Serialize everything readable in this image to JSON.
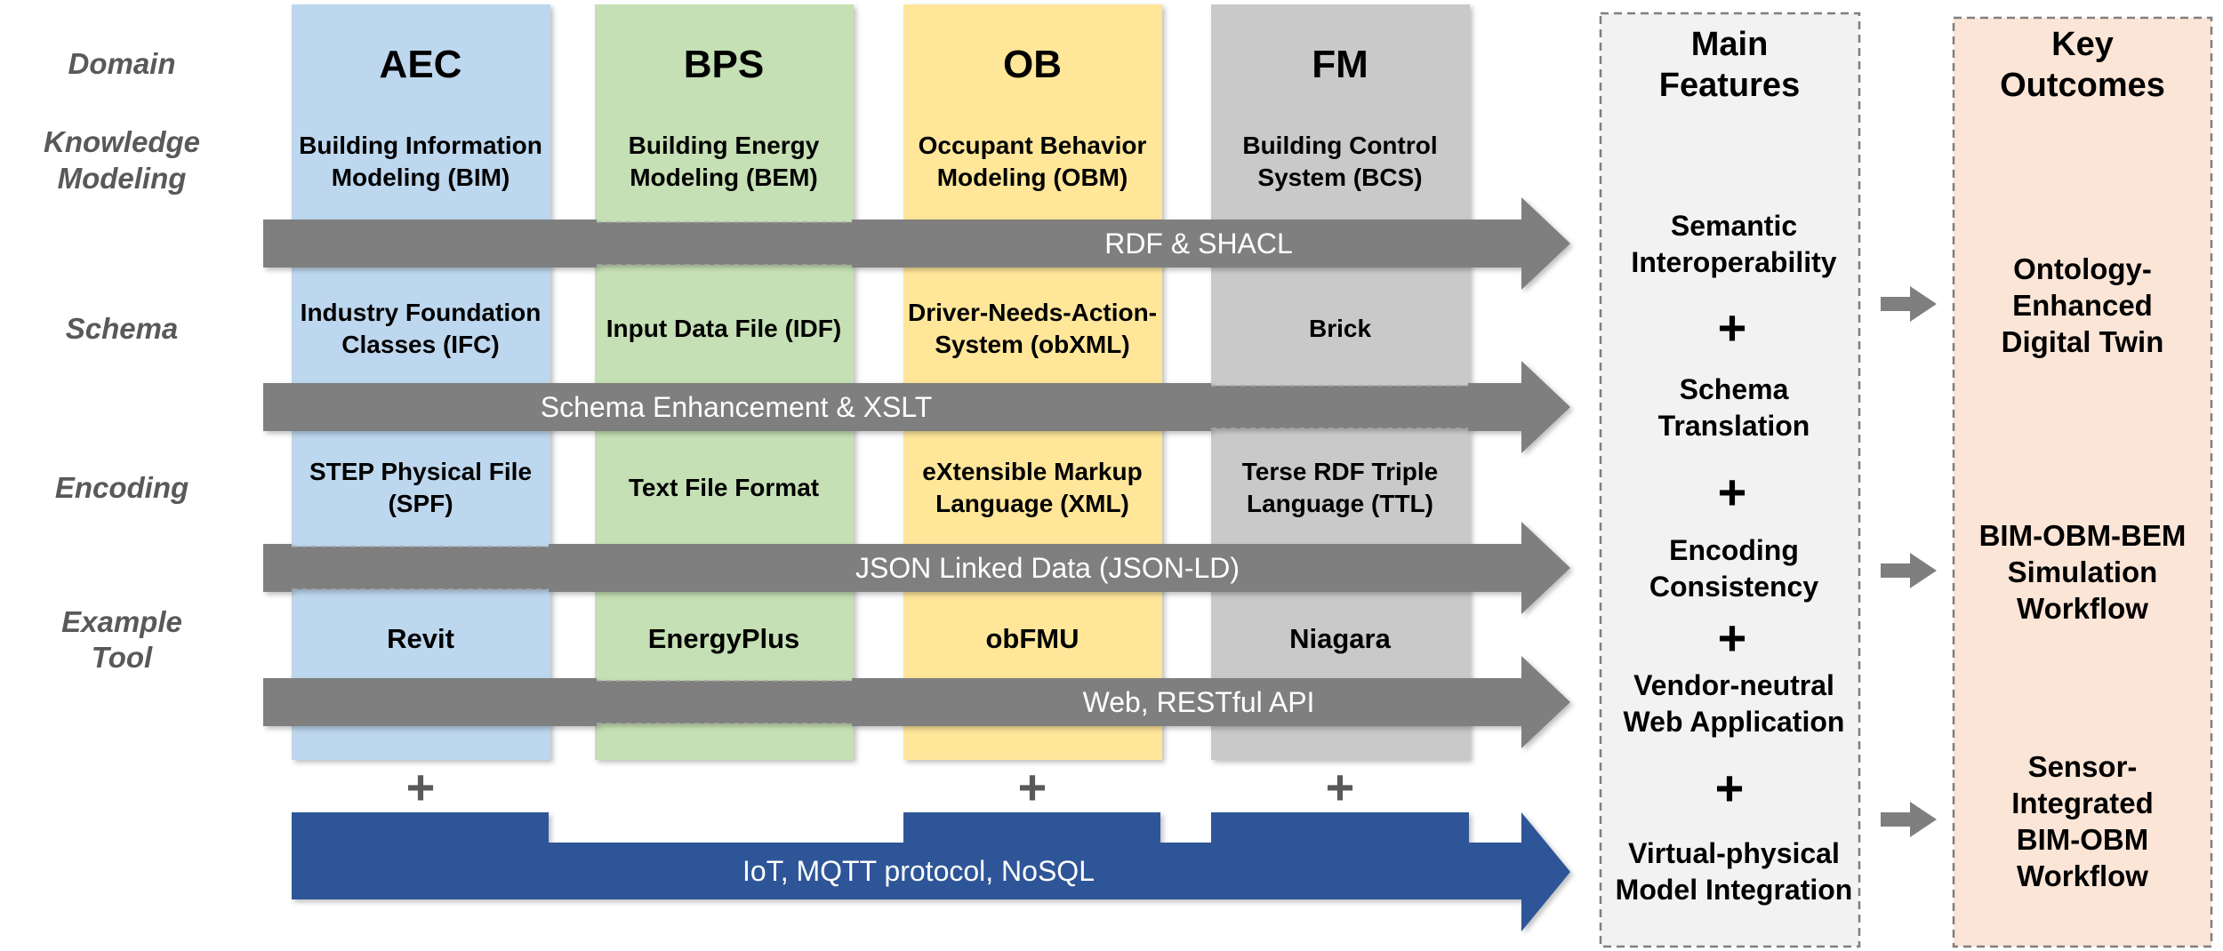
{
  "row_labels": {
    "domain": "Domain",
    "knowledge_modeling": [
      "Knowledge",
      "Modeling"
    ],
    "schema": "Schema",
    "encoding": "Encoding",
    "example_tool": [
      "Example",
      "Tool"
    ]
  },
  "columns": [
    {
      "domain": "AEC",
      "color": "#bdd7ee",
      "knowledge_model": [
        "Building Information",
        "Modeling (BIM)"
      ],
      "schema": [
        "Industry Foundation",
        "Classes (IFC)"
      ],
      "encoding": [
        "STEP Physical File",
        "(SPF)"
      ],
      "tool": "Revit"
    },
    {
      "domain": "BPS",
      "color": "#c5e0b4",
      "knowledge_model": [
        "Building Energy",
        "Modeling (BEM)"
      ],
      "schema": [
        "Input Data File (IDF)"
      ],
      "encoding": [
        "Text File Format"
      ],
      "tool": "EnergyPlus"
    },
    {
      "domain": "OB",
      "color": "#ffe699",
      "knowledge_model": [
        "Occupant Behavior",
        "Modeling (OBM)"
      ],
      "schema": [
        "Driver-Needs-Action-",
        "System (obXML)"
      ],
      "encoding": [
        "eXtensible Markup",
        "Language (XML)"
      ],
      "tool": "obFMU"
    },
    {
      "domain": "FM",
      "color": "#c9c9c9",
      "knowledge_model": [
        "Building Control",
        "System (BCS)"
      ],
      "schema": [
        "Brick"
      ],
      "encoding": [
        "Terse RDF Triple",
        "Language (TTL)"
      ],
      "tool": "Niagara"
    }
  ],
  "arrows": [
    {
      "label": "RDF & SHACL",
      "color": "#7f7f7f"
    },
    {
      "label": "Schema Enhancement & XSLT",
      "color": "#7f7f7f"
    },
    {
      "label": "JSON Linked Data (JSON-LD)",
      "color": "#7f7f7f"
    },
    {
      "label": "Web, RESTful API",
      "color": "#7f7f7f"
    },
    {
      "label": "IoT, MQTT protocol, NoSQL",
      "color": "#2f5597"
    }
  ],
  "column_plus": "+",
  "main_features": {
    "title": [
      "Main",
      "Features"
    ],
    "items": [
      [
        "Semantic",
        "Interoperability"
      ],
      [
        "Schema",
        "Translation"
      ],
      [
        "Encoding",
        "Consistency"
      ],
      [
        "Vendor-neutral",
        "Web Application"
      ],
      [
        "Virtual-physical",
        "Model Integration"
      ]
    ],
    "plus": "+",
    "bg": "#f2f2f2"
  },
  "key_outcomes": {
    "title": [
      "Key",
      "Outcomes"
    ],
    "items": [
      [
        "Ontology-",
        "Enhanced",
        "Digital Twin"
      ],
      [
        "BIM-OBM-BEM",
        "Simulation",
        "Workflow"
      ],
      [
        "Sensor-",
        "Integrated",
        "BIM-OBM",
        "Workflow"
      ]
    ],
    "bg": "#fbe5d6"
  }
}
